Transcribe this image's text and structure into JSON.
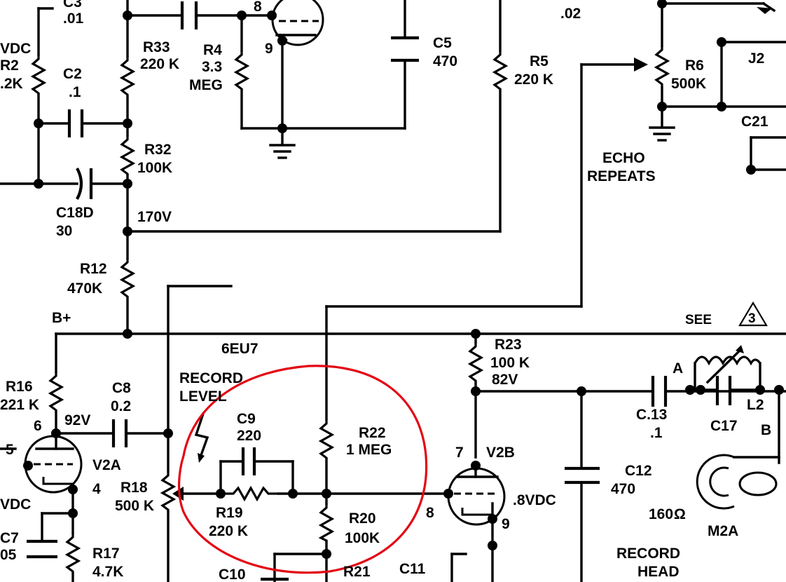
{
  "colors": {
    "ink": "#000000",
    "paper": "#ffffff",
    "highlight": "#e30613"
  },
  "labels": {
    "c3": "C3",
    "c3_val": ".01",
    "vdc_left": "VDC",
    "r2": "R2",
    "r2_val": ".2K",
    "c2": "C2",
    "c2_val": ".1",
    "r33": "R33",
    "r33_val": "220 K",
    "r4": "R4",
    "r4_val1": "3.3",
    "r4_val2": "MEG",
    "pin8_top": "8",
    "pin9_top": "9",
    "c5": "C5",
    "c5_val": "470",
    "r5": "R5",
    "r5_val": "220 K",
    "top_val_02": ".02",
    "r6": "R6",
    "r6_val": "500K",
    "j2": "J2",
    "c21": "C21",
    "r32": "R32",
    "r32_val": "100K",
    "c18d": "C18D",
    "c18d_val": "30",
    "v170": "170V",
    "echo1": "ECHO",
    "echo2": "REPEATS",
    "r12": "R12",
    "r12_val": "470K",
    "bplus": "B+",
    "see": "SEE",
    "note3": "3",
    "tube_type": "6EU7",
    "rec_level1": "RECORD",
    "rec_level2": "LEVEL",
    "r23": "R23",
    "r23_val": "100 K",
    "v82": "82V",
    "r16": "R16",
    "r16_val": "221 K",
    "c8": "C8",
    "c8_val": "0.2",
    "pin6": "6",
    "v92": "92V",
    "c9": "C9",
    "c9_val": "220",
    "r22": "R22",
    "r22_val": "1 MEG",
    "pin7": "7",
    "v2b": "V2B",
    "pin_a": "A",
    "c13": "C.13",
    "c13_val": ".1",
    "c17": "C17",
    "l2": "L2",
    "pin_b": "B",
    "pin5": "5",
    "v2a": "V2A",
    "pin4": "4",
    "r18": "R18",
    "r18_val": "500 K",
    "r19": "R19",
    "r19_val": "220 K",
    "pin8": "8",
    "vdc8": ".8VDC",
    "c12": "C12",
    "c12_val": "470",
    "r20": "R20",
    "r20_val": "100K",
    "pin9": "9",
    "ohm160": "160",
    "m2a": "M2A",
    "vdc_bl": "VDC",
    "c7": "C7",
    "c7_val": "05",
    "r17": "R17",
    "r17_val": "4.7K",
    "c10": "C10",
    "r21": "R21",
    "c11": "C11",
    "rec_head1": "RECORD",
    "rec_head2": "HEAD"
  }
}
